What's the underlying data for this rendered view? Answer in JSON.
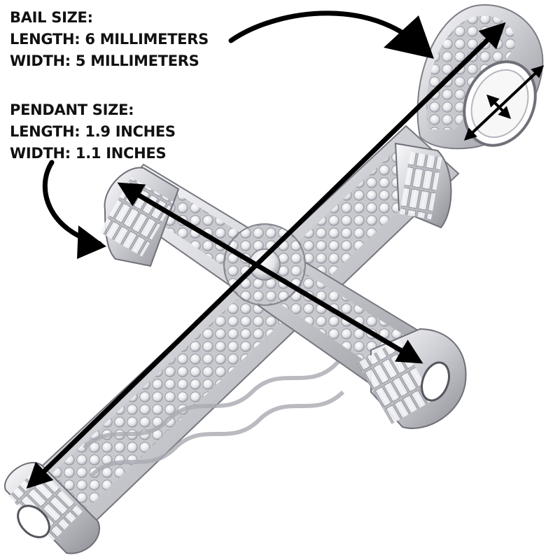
{
  "bail": {
    "heading": "BAIL SIZE:",
    "length": "LENGTH: 6 MILLIMETERS",
    "width": "WIDTH: 5 MILLIMETERS"
  },
  "pendant": {
    "heading": "PENDANT SIZE:",
    "length": "LENGTH: 1.9 INCHES",
    "width": "WIDTH: 1.1 INCHES"
  },
  "colors": {
    "text": "#111111",
    "arrow": "#000000",
    "metal": "#d9d9dc",
    "stone": "#f4f4f6"
  },
  "subject": {
    "object": "cross-pendant-icon",
    "measure_arrows": 4,
    "curved_pointer_arrows": 2
  }
}
